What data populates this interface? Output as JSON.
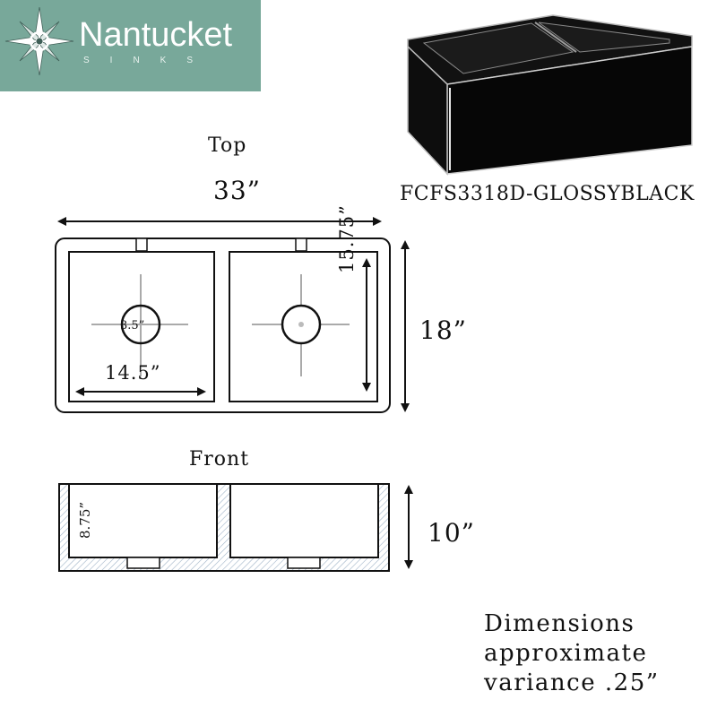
{
  "brand": {
    "name": "Nantucket",
    "subtitle": "SINKS"
  },
  "product": {
    "model": "FCFS3318D-GLOSSYBLACK",
    "color": "#0a0a0a"
  },
  "colors": {
    "logo_bg": "#78a89a",
    "line": "#111111"
  },
  "top_view": {
    "title": "Top",
    "overall_width": "33”",
    "overall_depth": "18”",
    "bowl_width": "14.5”",
    "bowl_depth": "15.75”",
    "drain_diameter": "3.5”"
  },
  "front_view": {
    "title": "Front",
    "height": "10”",
    "bowl_depth": "8.75”"
  },
  "note": {
    "line1": "Dimensions",
    "line2": "approximate",
    "line3": "variance .25”"
  }
}
